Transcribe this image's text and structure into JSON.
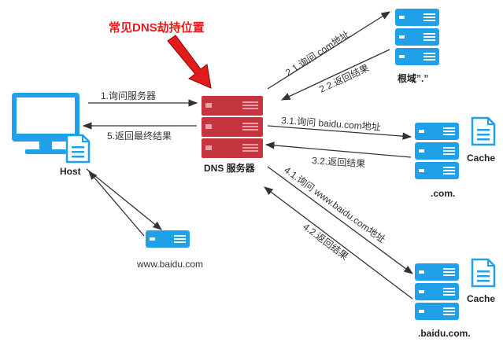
{
  "annotation": {
    "label": "常见DNS劫持位置",
    "color": "#e41b1b"
  },
  "nodes": {
    "host": {
      "label": "Host"
    },
    "dns_server": {
      "label": "DNS 服务器"
    },
    "root": {
      "label": "根域”.”"
    },
    "com": {
      "label": ".com."
    },
    "baidu_com": {
      "label": ".baidu.com."
    },
    "web_server": {
      "label": "www.baidu.com"
    },
    "cache1": {
      "label": "Cache"
    },
    "cache2": {
      "label": "Cache"
    }
  },
  "edges": {
    "e1": "1.询问服务器",
    "e5": "5.返回最终结果",
    "e21": "2.1.询问 com地址",
    "e22": "2.2.返回结果",
    "e31": "3.1.询问 baidu.com地址",
    "e32": "3.2.返回结果",
    "e41": "4.1.询问 www.baidu.com地址",
    "e42": "4.2.返回结果"
  },
  "colors": {
    "server_blue": "#1fa0e8",
    "server_red": "#c4353f",
    "arrow": "#333333",
    "alert_red": "#e41b1b"
  },
  "icons": {
    "host": "desktop-monitor-icon",
    "document": "document-icon",
    "server": "server-stack-icon",
    "annotation_arrow": "red-arrow-icon"
  }
}
